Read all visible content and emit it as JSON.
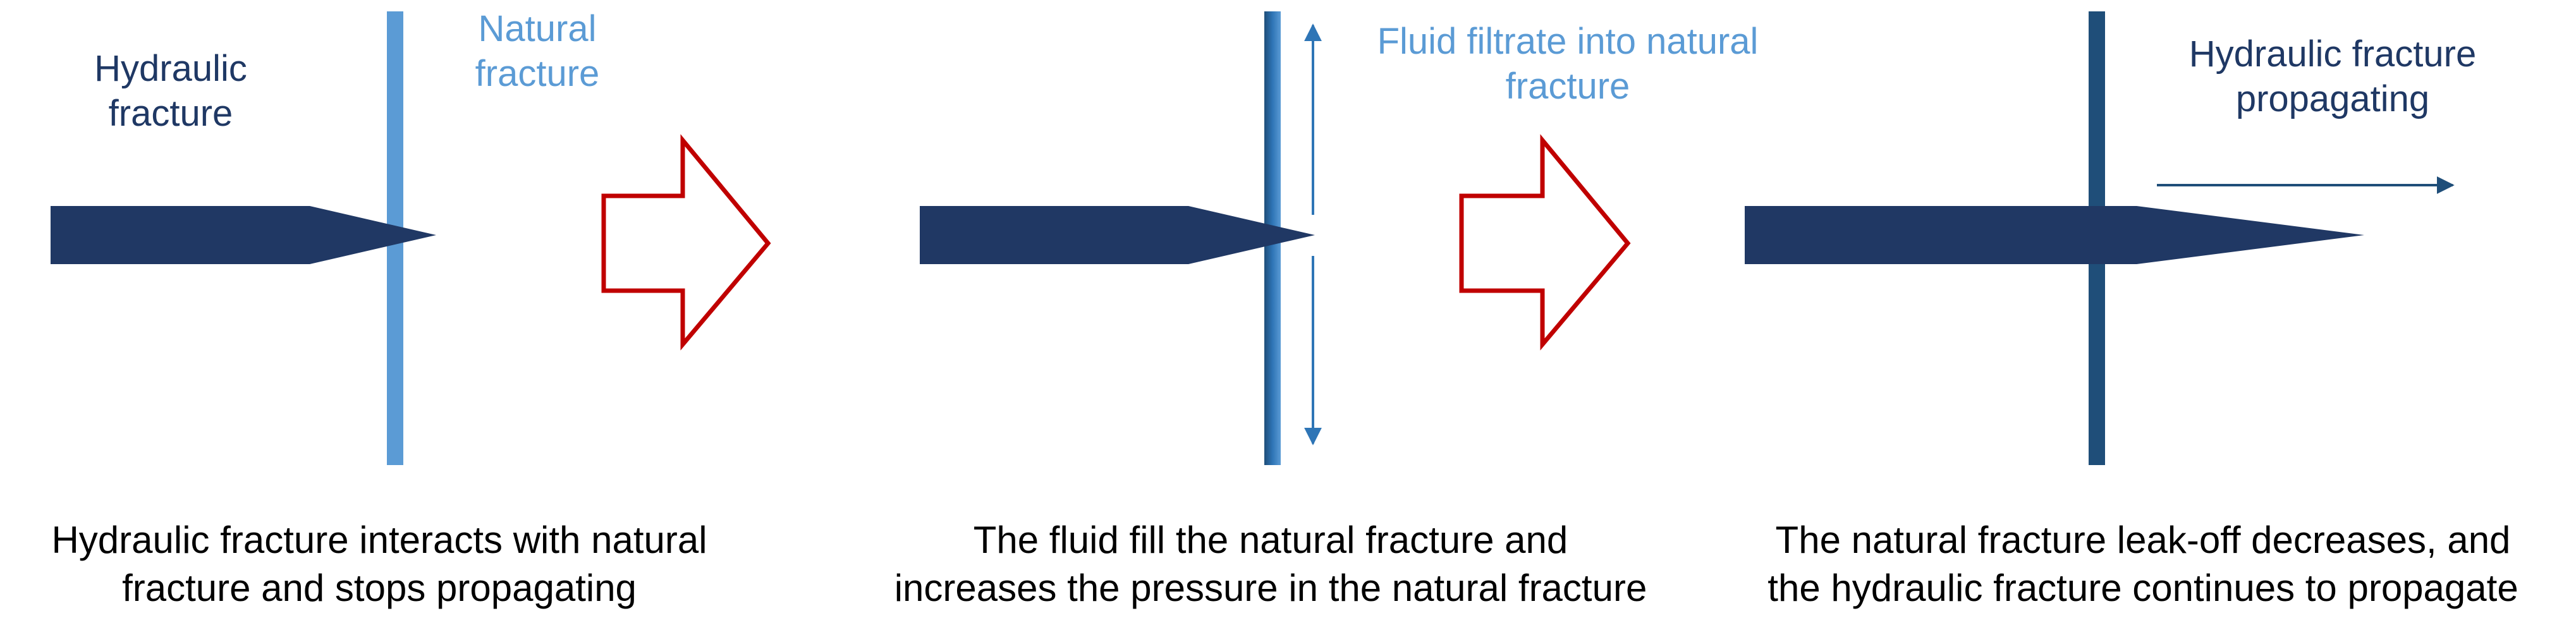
{
  "stage1": {
    "hydraulic_label": [
      "Hydraulic",
      "fracture"
    ],
    "natural_label": [
      "Natural",
      "fracture"
    ],
    "caption": [
      "Hydraulic fracture interacts with natural",
      "fracture and stops propagating"
    ]
  },
  "stage2": {
    "filtrate_label": [
      "Fluid filtrate into natural",
      "fracture"
    ],
    "caption": [
      "The fluid fill the natural fracture and",
      "increases the pressure in the natural fracture"
    ]
  },
  "stage3": {
    "propagating_label": [
      "Hydraulic fracture",
      "propagating"
    ],
    "caption": [
      "The natural fracture leak-off decreases, and",
      "the hydraulic fracture continues to propagate"
    ]
  },
  "colors": {
    "hydraulic_fracture": "#203864",
    "natural_fracture_light": "#5b9bd5",
    "natural_fracture_dark": "#1f4e79",
    "transition_arrow_outline": "#c00000"
  }
}
